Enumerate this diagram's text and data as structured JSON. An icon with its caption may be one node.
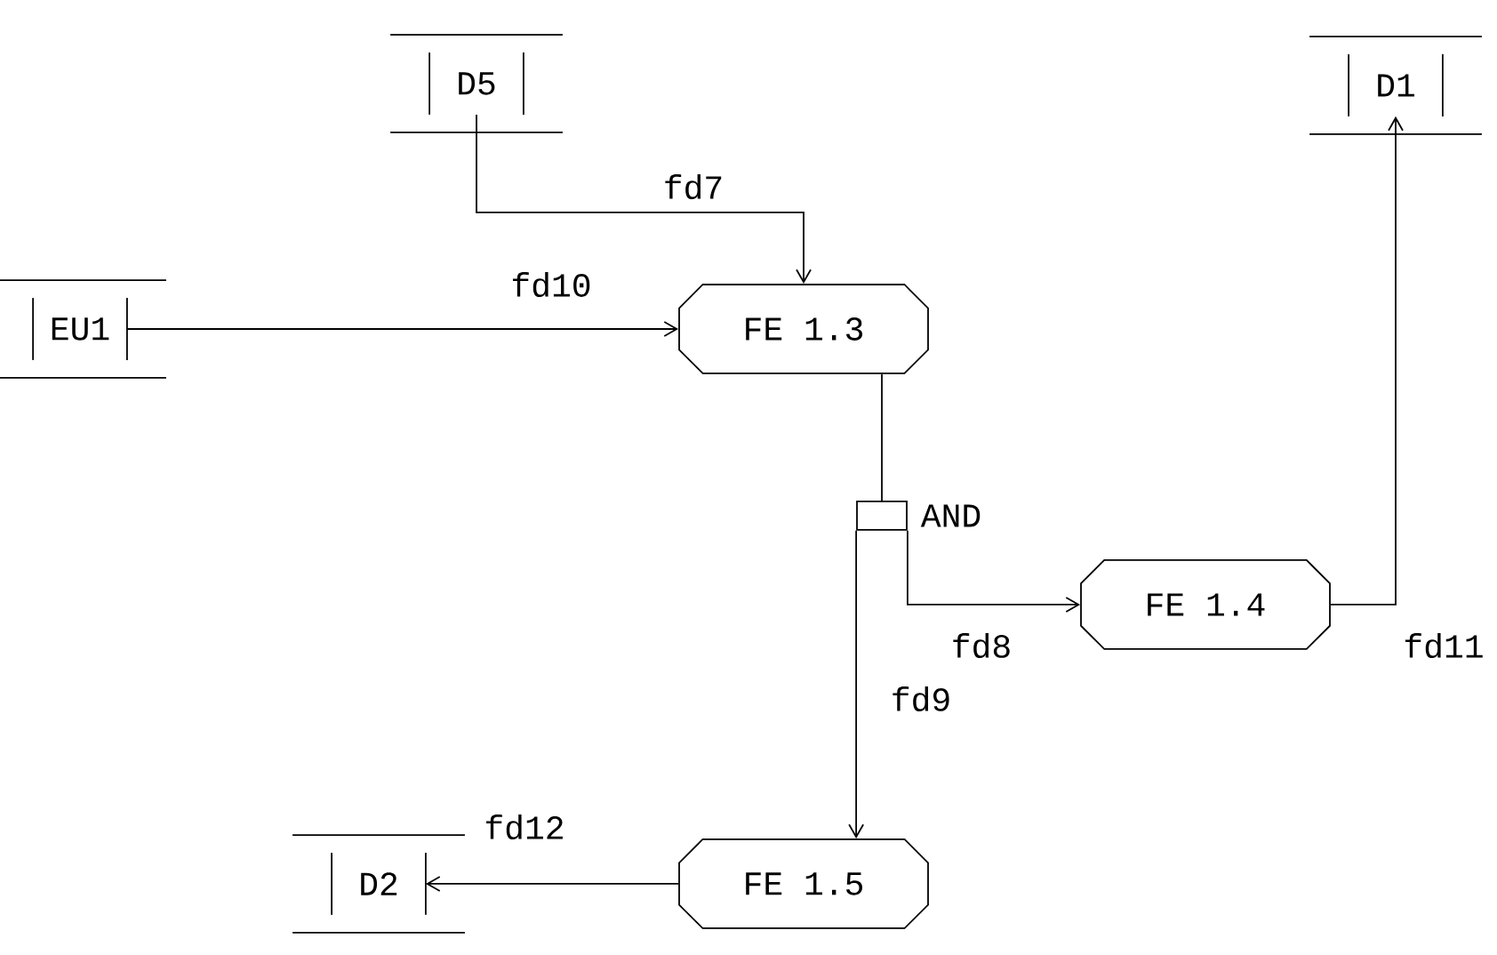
{
  "diagram": {
    "nodes": [
      {
        "text": [
          "D5"
        ]
      },
      {
        "text": [
          "D1"
        ]
      },
      {
        "text": [
          "EU1"
        ]
      },
      {
        "text": [
          "FE 1.3"
        ]
      },
      {
        "text": [],
        "shape": "box",
        "beside": [
          "AND"
        ]
      },
      {
        "text": [
          "FE 1.4"
        ]
      },
      {
        "text": [
          "FE 1.5"
        ]
      },
      {
        "text": [
          "D2"
        ]
      }
    ],
    "edges": [
      {
        "from": 0,
        "to": 3,
        "arrow": "to",
        "label": "fd7"
      },
      {
        "from": 2,
        "to": 3,
        "arrow": "to",
        "label": "fd10"
      },
      {
        "from": 3,
        "to": 4,
        "arrow": "none"
      },
      {
        "from": 4,
        "to": 6,
        "arrow": "to",
        "label": "fd9"
      },
      {
        "from": 4,
        "to": 5,
        "arrow": "to",
        "label": "fd8"
      },
      {
        "from": 5,
        "to": 1,
        "arrow": "to",
        "label": "fd11"
      },
      {
        "from": 6,
        "to": 7,
        "arrow": "to",
        "label": "fd12"
      }
    ]
  }
}
